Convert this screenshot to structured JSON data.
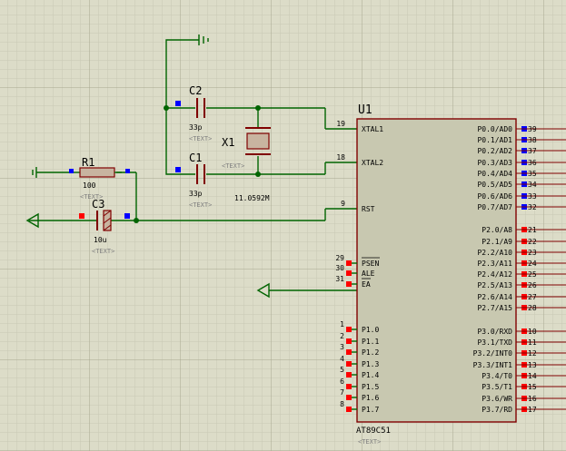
{
  "colors": {
    "background": "#dcdcc8",
    "grid_minor": "#c8c8b4",
    "grid_major": "#a8a890",
    "wire": "#006400",
    "component": "#800000",
    "chip_fill": "#c8c8b0",
    "pin_in": "#ff0000",
    "pin_out": "#0000ff",
    "text": "#000000",
    "placeholder": "#808080"
  },
  "chip": {
    "ref": "U1",
    "part": "AT89C51",
    "text": "<TEXT>",
    "left_pins": [
      {
        "num": "19",
        "name": "XTAL1"
      },
      {
        "num": "18",
        "name": "XTAL2"
      },
      {
        "num": "9",
        "name": "RST"
      },
      {
        "num": "29",
        "name": "PSEN"
      },
      {
        "num": "30",
        "name": "ALE"
      },
      {
        "num": "31",
        "name": "EA"
      },
      {
        "num": "1",
        "name": "P1.0"
      },
      {
        "num": "2",
        "name": "P1.1"
      },
      {
        "num": "3",
        "name": "P1.2"
      },
      {
        "num": "4",
        "name": "P1.3"
      },
      {
        "num": "5",
        "name": "P1.4"
      },
      {
        "num": "6",
        "name": "P1.5"
      },
      {
        "num": "7",
        "name": "P1.6"
      },
      {
        "num": "8",
        "name": "P1.7"
      }
    ],
    "right_pins_p0": [
      {
        "num": "39",
        "name": "P0.0/AD0"
      },
      {
        "num": "38",
        "name": "P0.1/AD1"
      },
      {
        "num": "37",
        "name": "P0.2/AD2"
      },
      {
        "num": "36",
        "name": "P0.3/AD3"
      },
      {
        "num": "35",
        "name": "P0.4/AD4"
      },
      {
        "num": "34",
        "name": "P0.5/AD5"
      },
      {
        "num": "33",
        "name": "P0.6/AD6"
      },
      {
        "num": "32",
        "name": "P0.7/AD7"
      }
    ],
    "right_pins_p2": [
      {
        "num": "21",
        "name": "P2.0/A8"
      },
      {
        "num": "22",
        "name": "P2.1/A9"
      },
      {
        "num": "23",
        "name": "P2.2/A10"
      },
      {
        "num": "24",
        "name": "P2.3/A11"
      },
      {
        "num": "25",
        "name": "P2.4/A12"
      },
      {
        "num": "26",
        "name": "P2.5/A13"
      },
      {
        "num": "27",
        "name": "P2.6/A14"
      },
      {
        "num": "28",
        "name": "P2.7/A15"
      }
    ],
    "right_pins_p3": [
      {
        "num": "10",
        "name": "P3.0/RXD"
      },
      {
        "num": "11",
        "name": "P3.1/TXD"
      },
      {
        "num": "12",
        "name": "P3.2/INT0"
      },
      {
        "num": "13",
        "name": "P3.3/INT1"
      },
      {
        "num": "14",
        "name": "P3.4/T0"
      },
      {
        "num": "15",
        "name": "P3.5/T1"
      },
      {
        "num": "16",
        "name": "P3.6/WR"
      },
      {
        "num": "17",
        "name": "P3.7/RD"
      }
    ]
  },
  "components": {
    "r1": {
      "ref": "R1",
      "value": "100",
      "text": "<TEXT>"
    },
    "c3": {
      "ref": "C3",
      "value": "10u",
      "text": "<TEXT>"
    },
    "c2": {
      "ref": "C2",
      "value": "33p",
      "text": "<TEXT>"
    },
    "c1": {
      "ref": "C1",
      "value": "33p",
      "text": "<TEXT>"
    },
    "x1": {
      "ref": "X1",
      "value": "11.0592M",
      "text": "<TEXT>"
    }
  }
}
